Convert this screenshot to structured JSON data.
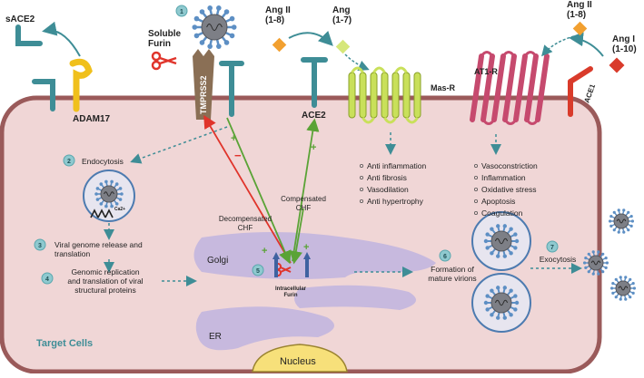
{
  "colors": {
    "cell_fill": "#f0d6d6",
    "membrane": "#9a5a5a",
    "golgi": "#c7b9de",
    "nucleus": "#f7e07a",
    "teal": "#3e8d96",
    "arrow_green": "#5aa336",
    "arrow_red": "#e0342b",
    "mas_yellow": "#c9e05a",
    "at1r_pink": "#c64a6e",
    "virus_blue": "#5d8fc4",
    "angii_orange": "#f2a030",
    "ang17_green": "#d6e77a",
    "angi_red": "#d93b2b",
    "adam17_yellow": "#f0c01c"
  },
  "labels": {
    "sace2": "sACE2",
    "adam17": "ADAM17",
    "soluble_furin": "Soluble\nFurin",
    "tmprss2": "TMPRSS2",
    "ang_ii": "Ang II\n(1-8)",
    "ang_17": "Ang\n(1-7)",
    "ace2": "ACE2",
    "mas_r": "Mas-R",
    "at1_r": "AT1-R",
    "ace1": "ACE1",
    "ang_ii_right": "Ang II\n(1-8)",
    "ang_i": "Ang I\n(1-10)",
    "golgi": "Golgi",
    "er": "ER",
    "nucleus": "Nucleus",
    "target_cells": "Target Cells",
    "intracellular_furin": "Intracellular\nFurin",
    "decompensated": "Decompensated\nCHF",
    "compensated": "Compensated\nCHF",
    "minus": "−",
    "plus": "+",
    "ca2": "Ca2+"
  },
  "steps": [
    {
      "num": "1",
      "text": ""
    },
    {
      "num": "2",
      "text": "Endocytosis"
    },
    {
      "num": "3",
      "text": "Viral genome release and\ntranslation"
    },
    {
      "num": "4",
      "text": "Genomic replication\nand translation of viral\nstructural proteins"
    },
    {
      "num": "5",
      "text": ""
    },
    {
      "num": "6",
      "text": "Formation of\nmature virions"
    },
    {
      "num": "7",
      "text": "Exocytosis"
    }
  ],
  "mas_effects": [
    "Anti inflammation",
    "Anti fibrosis",
    "Vasodilation",
    "Anti hypertrophy"
  ],
  "at1_effects": [
    "Vasoconstriction",
    "Inflammation",
    "Oxidative stress",
    "Apoptosis",
    "Coagulation"
  ]
}
